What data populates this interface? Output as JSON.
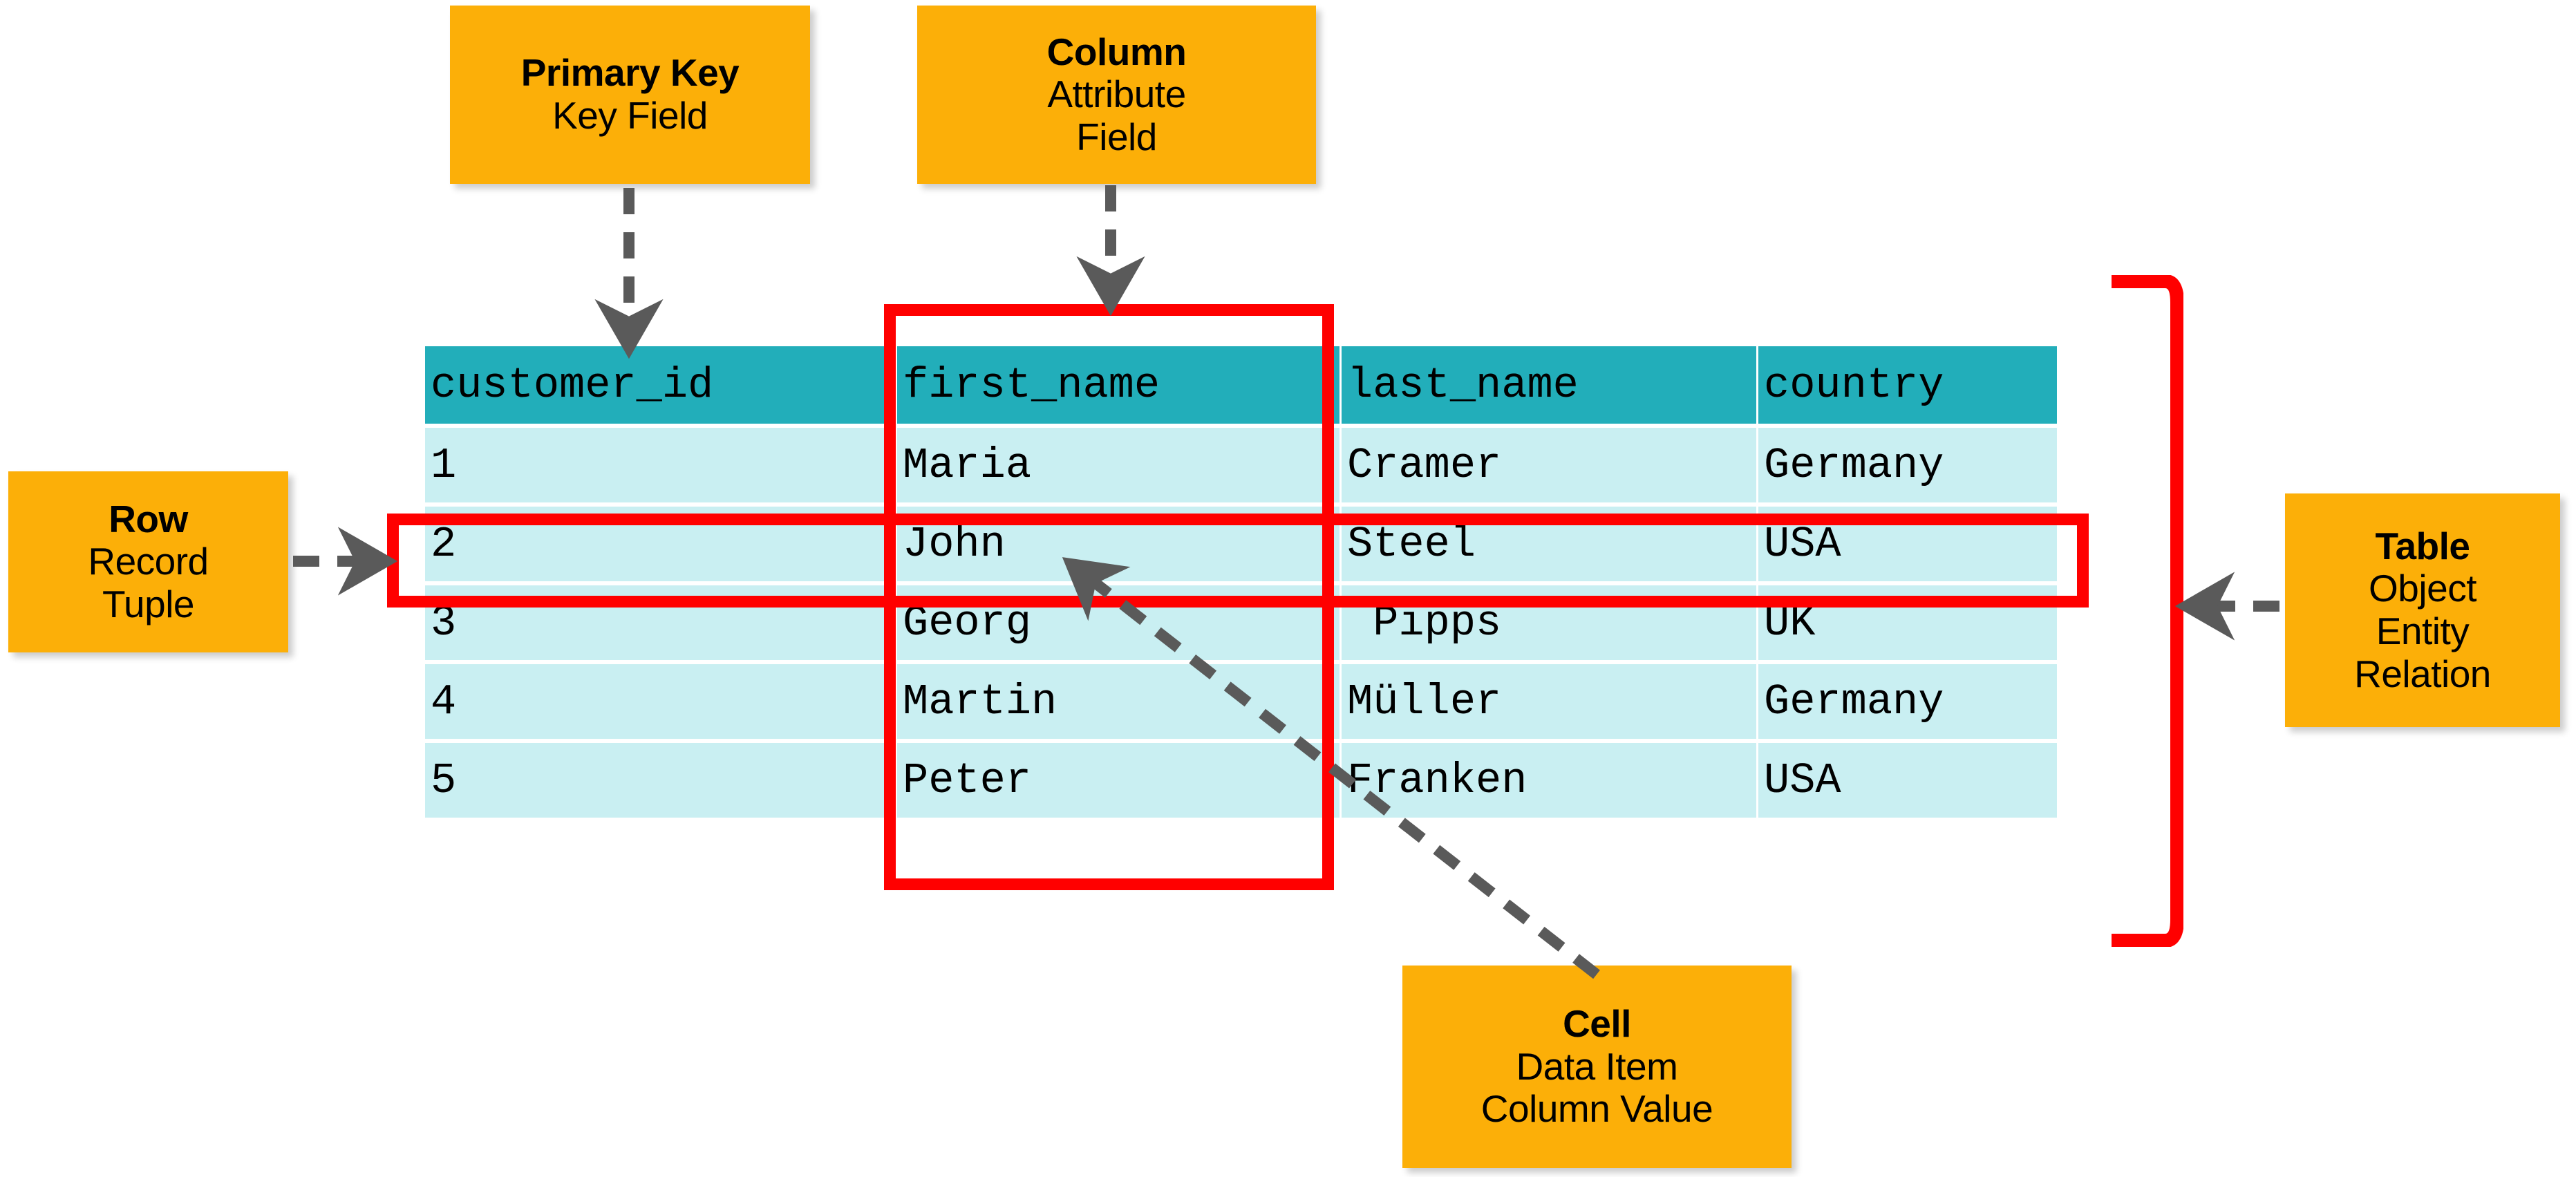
{
  "diagram": {
    "title": "Relational database table terminology",
    "colors": {
      "callout_fill": "#FCAF08",
      "header_fill": "#22AEBA",
      "body_fill": "#C9EFF2",
      "highlight": "#FF0000",
      "arrow": "#5A5A5A",
      "text": "#000000",
      "background": "#FFFFFF"
    }
  },
  "callouts": {
    "primary_key": {
      "title": "Primary Key",
      "lines": [
        "Key Field"
      ]
    },
    "column": {
      "title": "Column",
      "lines": [
        "Attribute",
        "Field"
      ]
    },
    "row": {
      "title": "Row",
      "lines": [
        "Record",
        "Tuple"
      ]
    },
    "table": {
      "title": "Table",
      "lines": [
        "Object",
        "Entity",
        "Relation"
      ]
    },
    "cell": {
      "title": "Cell",
      "lines": [
        "Data Item",
        "Column Value"
      ]
    }
  },
  "table": {
    "headers": [
      "customer_id",
      "first_name",
      "last_name",
      "country"
    ],
    "rows": [
      [
        "1",
        "Maria",
        "Cramer",
        "Germany"
      ],
      [
        "2",
        "John",
        "Steel",
        "USA"
      ],
      [
        "3",
        "Georg",
        " Pipps",
        "UK"
      ],
      [
        "4",
        "Martin",
        "Müller",
        "Germany"
      ],
      [
        "5",
        "Peter",
        "Franken",
        "USA"
      ]
    ]
  },
  "highlights": {
    "column_label": "first_name column highlighted",
    "row_label": "row 2 highlighted",
    "bracket_label": "whole table bracket"
  }
}
